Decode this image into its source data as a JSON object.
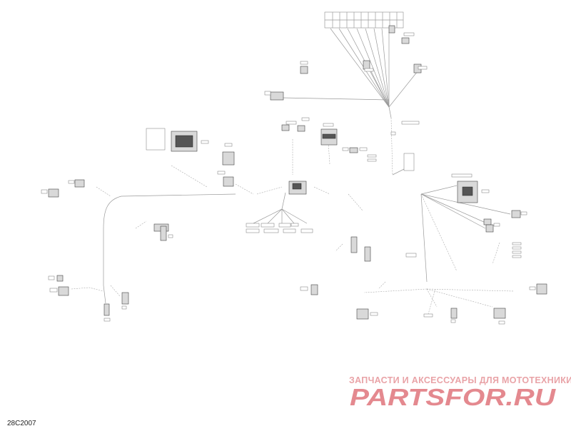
{
  "diagram": {
    "code": "28C2007"
  },
  "watermark": {
    "caption": "ЗАПЧАСТИ И АКСЕССУАРЫ ДЛЯ МОТОТЕХНИКИ",
    "logo": "PARTSFOR.RU",
    "color": "#e4898f"
  }
}
